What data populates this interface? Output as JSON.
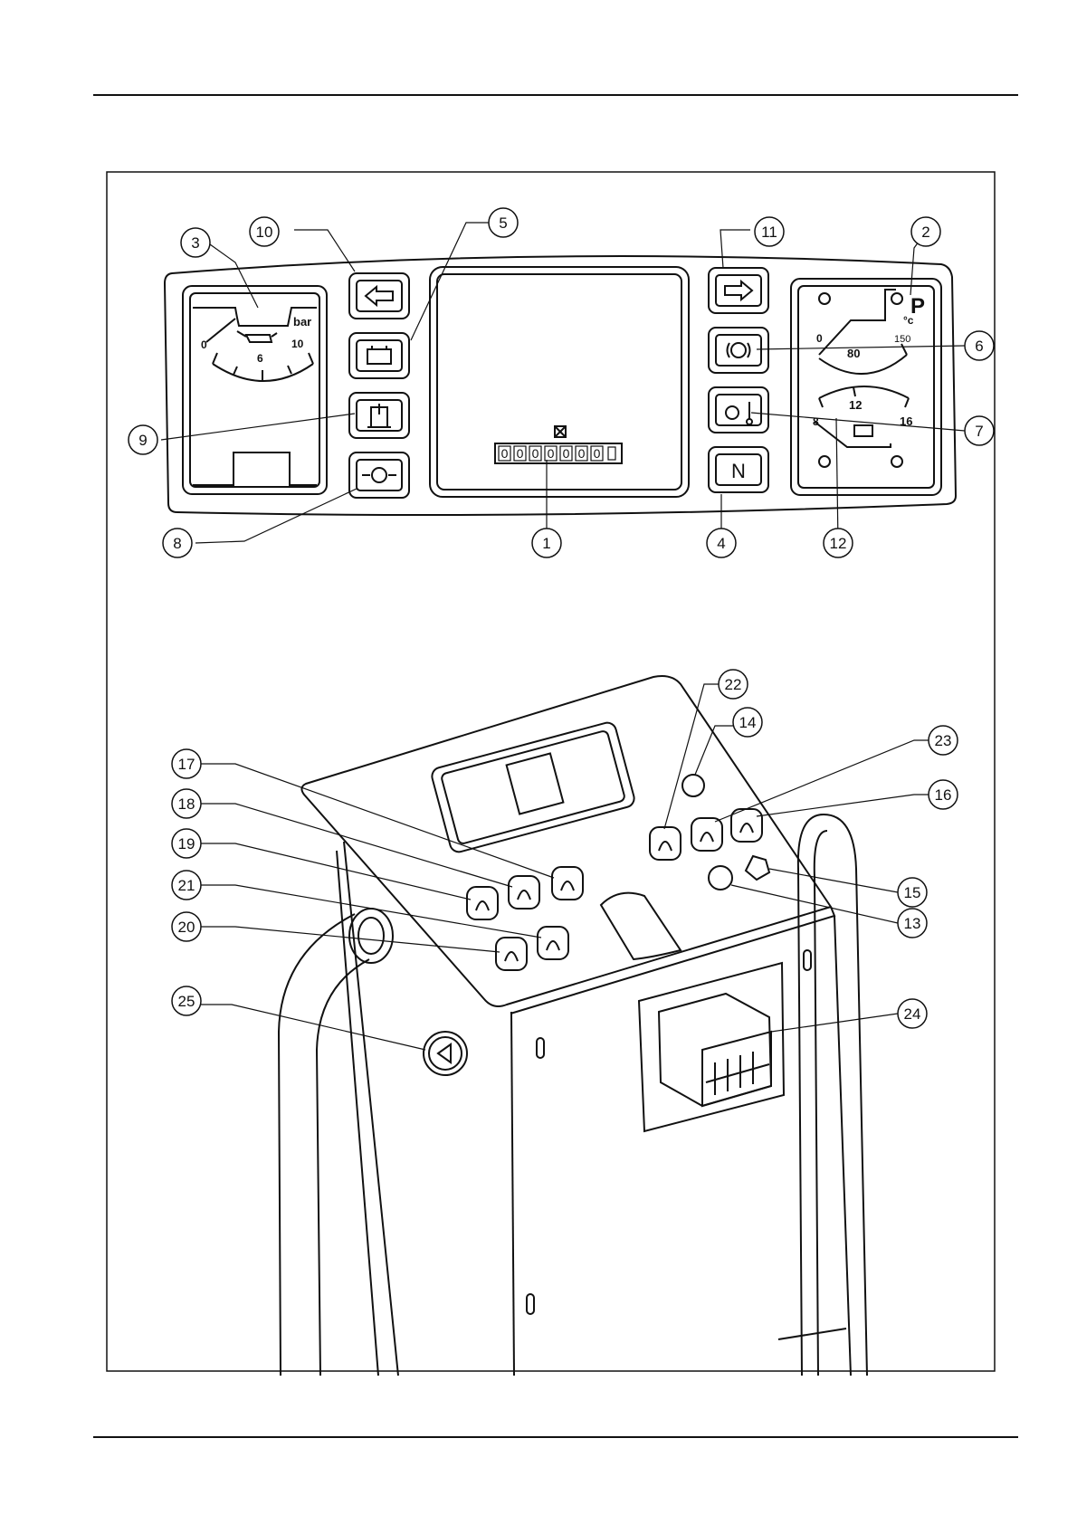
{
  "document": {
    "top_rule": true,
    "bottom_rule": true
  },
  "dashboard": {
    "oil_gauge": {
      "unit": "bar",
      "scale": [
        "0",
        "6",
        "10"
      ]
    },
    "temp_gauge": {
      "unit": "°c",
      "scale": [
        "0",
        "80",
        "150"
      ],
      "park_label": "P"
    },
    "battery_gauge": {
      "scale": [
        "8",
        "12",
        "16"
      ]
    },
    "neutral_label": "N",
    "hour_meter_digits": [
      "0",
      "0",
      "0",
      "0",
      "0",
      "0",
      "0"
    ]
  },
  "callouts": [
    {
      "id": "1",
      "label": "1"
    },
    {
      "id": "2",
      "label": "2"
    },
    {
      "id": "3",
      "label": "3"
    },
    {
      "id": "4",
      "label": "4"
    },
    {
      "id": "5",
      "label": "5"
    },
    {
      "id": "6",
      "label": "6"
    },
    {
      "id": "7",
      "label": "7"
    },
    {
      "id": "8",
      "label": "8"
    },
    {
      "id": "9",
      "label": "9"
    },
    {
      "id": "10",
      "label": "10"
    },
    {
      "id": "11",
      "label": "11"
    },
    {
      "id": "12",
      "label": "12"
    },
    {
      "id": "13",
      "label": "13"
    },
    {
      "id": "14",
      "label": "14"
    },
    {
      "id": "15",
      "label": "15"
    },
    {
      "id": "16",
      "label": "16"
    },
    {
      "id": "17",
      "label": "17"
    },
    {
      "id": "18",
      "label": "18"
    },
    {
      "id": "19",
      "label": "19"
    },
    {
      "id": "20",
      "label": "20"
    },
    {
      "id": "21",
      "label": "21"
    },
    {
      "id": "22",
      "label": "22"
    },
    {
      "id": "23",
      "label": "23"
    },
    {
      "id": "24",
      "label": "24"
    },
    {
      "id": "25",
      "label": "25"
    }
  ],
  "icons": [
    "left-arrow-icon",
    "right-arrow-icon",
    "battery-icon",
    "brake-icon",
    "filter-icon",
    "temperature-icon",
    "engine-oil-icon",
    "oil-can-icon"
  ]
}
